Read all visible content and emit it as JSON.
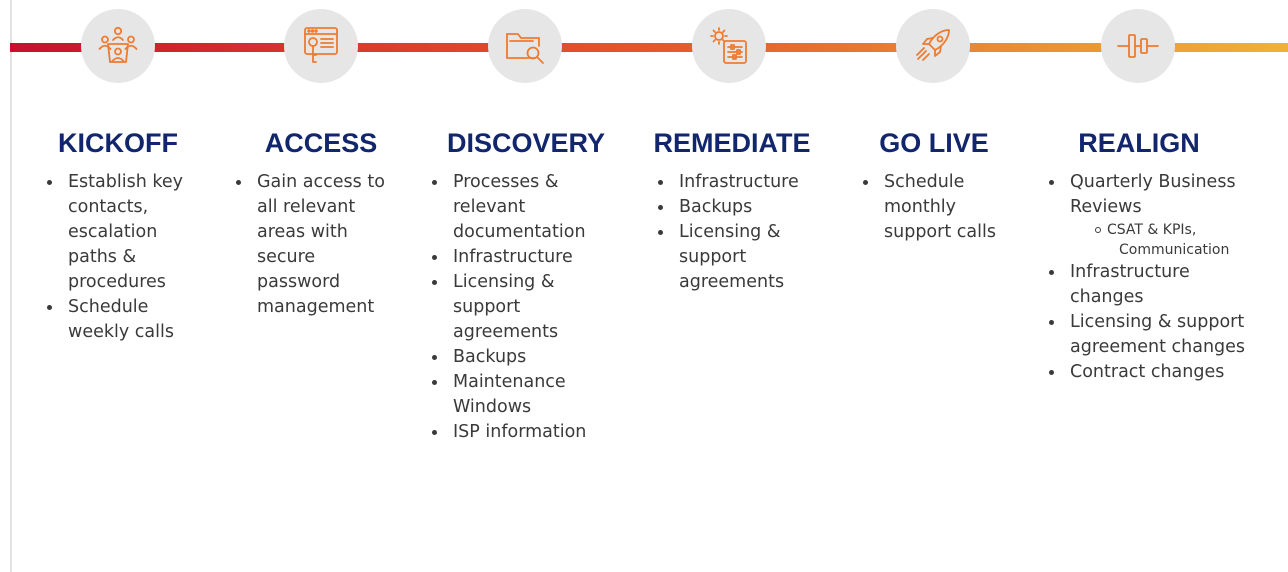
{
  "colors": {
    "title": "#12266e",
    "icon_stroke": "#ee7b30",
    "icon_bg": "#e6e6e6",
    "bar_start": "#c8102e",
    "bar_end": "#f0b03a"
  },
  "phases": [
    {
      "title": "KICKOFF",
      "icon": "meeting-people-icon",
      "items": [
        {
          "text": "Establish key contacts, escalation paths & procedures"
        },
        {
          "text": "Schedule weekly calls"
        }
      ]
    },
    {
      "title": "ACCESS",
      "icon": "secure-login-key-icon",
      "items": [
        {
          "text": "Gain access to all relevant areas with secure password management"
        }
      ]
    },
    {
      "title": "DISCOVERY",
      "icon": "folder-search-icon",
      "items": [
        {
          "text": "Processes & relevant documentation"
        },
        {
          "text": "Infrastructure"
        },
        {
          "text": "Licensing & support agreements"
        },
        {
          "text": "Backups"
        },
        {
          "text": "Maintenance Windows"
        },
        {
          "text": "ISP information"
        }
      ]
    },
    {
      "title": "REMEDIATE",
      "icon": "settings-gear-sliders-icon",
      "items": [
        {
          "text": "Infrastructure"
        },
        {
          "text": "Backups"
        },
        {
          "text": "Licensing & support agreements"
        }
      ]
    },
    {
      "title": "GO LIVE",
      "icon": "rocket-icon",
      "items": [
        {
          "text": "Schedule monthly support calls"
        }
      ]
    },
    {
      "title": "REALIGN",
      "icon": "alignment-icon",
      "items": [
        {
          "text": "Quarterly Business Reviews",
          "sub": {
            "line1": "CSAT & KPIs,",
            "line2": "Communication"
          }
        },
        {
          "text": "Infrastructure changes"
        },
        {
          "text": "Licensing & support agreement changes"
        },
        {
          "text": "Contract changes"
        }
      ]
    }
  ]
}
